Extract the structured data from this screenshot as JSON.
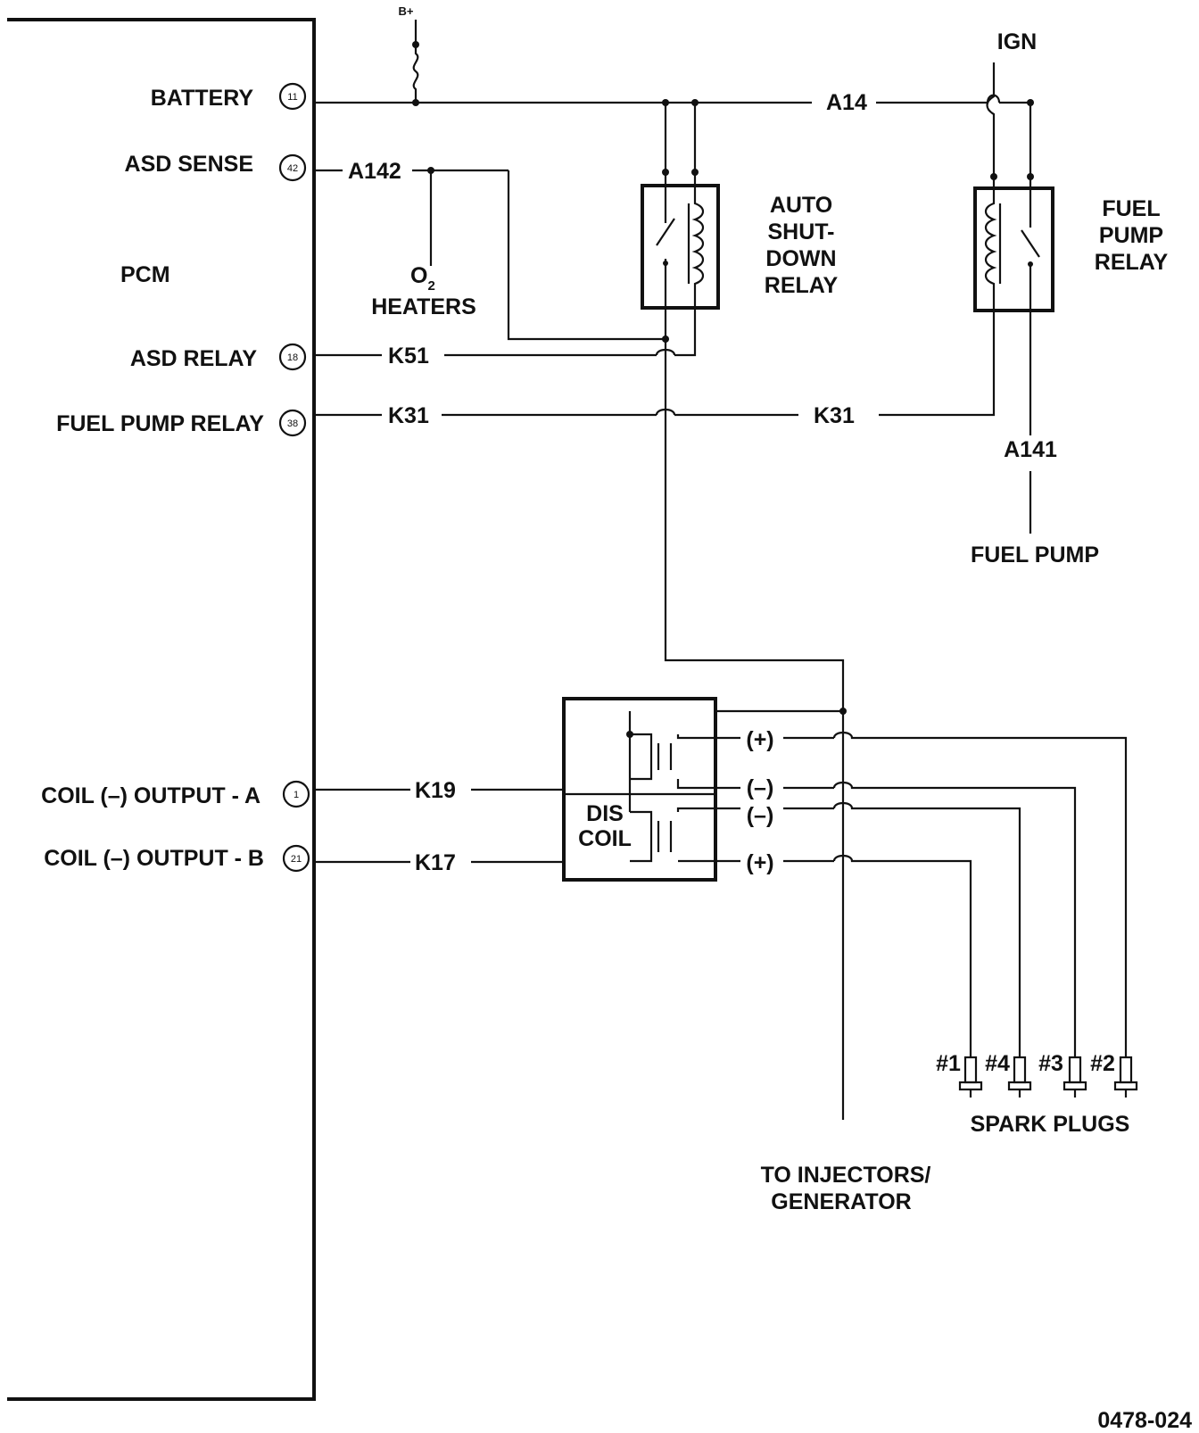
{
  "pcm": {
    "label": "PCM",
    "pins": [
      {
        "label": "BATTERY",
        "number": "11"
      },
      {
        "label": "ASD SENSE",
        "number": "42"
      },
      {
        "label": "ASD RELAY",
        "number": "18"
      },
      {
        "label": "FUEL PUMP RELAY",
        "number": "38"
      },
      {
        "label": "COIL (–) OUTPUT - A",
        "number": "1"
      },
      {
        "label": "COIL (–) OUTPUT - B",
        "number": "21"
      }
    ]
  },
  "power": {
    "b_plus": "B+",
    "ign": "IGN"
  },
  "wires": {
    "a14": "A14",
    "a142": "A142",
    "k51": "K51",
    "k31_left": "K31",
    "k31_right": "K31",
    "a141": "A141",
    "k19": "K19",
    "k17": "K17"
  },
  "o2": {
    "o": "O",
    "sub": "2",
    "heaters": "HEATERS"
  },
  "asd_relay": {
    "line1": "AUTO",
    "line2": "SHUT-",
    "line3": "DOWN",
    "line4": "RELAY"
  },
  "fuel_pump_relay": {
    "line1": "FUEL",
    "line2": "PUMP",
    "line3": "RELAY"
  },
  "fuel_pump": "FUEL PUMP",
  "dis_coil": {
    "line1": "DIS",
    "line2": "COIL",
    "terminals": [
      "(+)",
      "(–)",
      "(–)",
      "(+)"
    ]
  },
  "to_injectors": {
    "line1": "TO INJECTORS/",
    "line2": "GENERATOR"
  },
  "spark_plugs": {
    "label": "SPARK PLUGS",
    "numbers": [
      "#1",
      "#4",
      "#3",
      "#2"
    ]
  },
  "figure_id": "0478-024"
}
